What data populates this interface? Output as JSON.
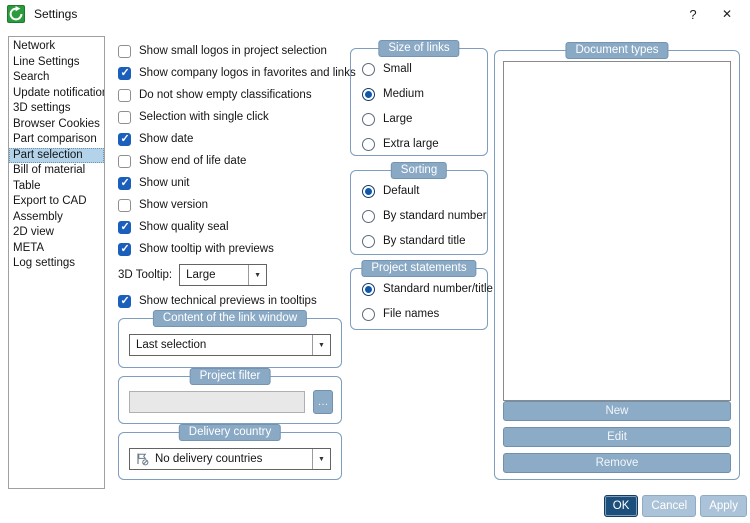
{
  "window": {
    "title": "Settings",
    "help": "?",
    "close": "✕"
  },
  "colors": {
    "accent": "#1d4f7c",
    "group_border": "#7d9ebc",
    "badge": "#8aa9c5",
    "check_blue": "#1b5fbd",
    "selection": "#b3d3ea",
    "icon_green": "#2c9b3d"
  },
  "sidebar": {
    "items": [
      {
        "label": "Network"
      },
      {
        "label": "Line Settings"
      },
      {
        "label": "Search"
      },
      {
        "label": "Update notification"
      },
      {
        "label": "3D settings"
      },
      {
        "label": "Browser Cookies"
      },
      {
        "label": "Part comparison"
      },
      {
        "label": "Part selection",
        "selected": true
      },
      {
        "label": "Bill of material"
      },
      {
        "label": "Table"
      },
      {
        "label": "Export to CAD"
      },
      {
        "label": "Assembly"
      },
      {
        "label": "2D view"
      },
      {
        "label": "META"
      },
      {
        "label": "Log settings"
      }
    ]
  },
  "panel": {
    "checkboxes_top": [
      {
        "label": "Show small logos in project selection",
        "checked": false
      },
      {
        "label": "Show company logos in favorites and links",
        "checked": true
      },
      {
        "label": "Do not show empty classifications",
        "checked": false
      },
      {
        "label": "Selection with single click",
        "checked": false
      },
      {
        "label": "Show date",
        "checked": true
      },
      {
        "label": "Show end of life date",
        "checked": false
      },
      {
        "label": "Show unit",
        "checked": true
      },
      {
        "label": "Show version",
        "checked": false
      },
      {
        "label": "Show quality seal",
        "checked": true
      },
      {
        "label": "Show tooltip with previews",
        "checked": true
      }
    ],
    "tooltip3d": {
      "label": "3D Tooltip:",
      "value": "Large"
    },
    "checkboxes_tail": [
      {
        "label": "Show technical previews in tooltips",
        "checked": true
      }
    ],
    "link_window": {
      "title": "Content of the link window",
      "value": "Last selection"
    },
    "project_filter": {
      "title": "Project filter",
      "value": "",
      "browse": "…"
    },
    "delivery": {
      "title": "Delivery country",
      "value": "No delivery countries"
    },
    "size_of_links": {
      "title": "Size of links",
      "options": [
        {
          "label": "Small",
          "selected": false
        },
        {
          "label": "Medium",
          "selected": true
        },
        {
          "label": "Large",
          "selected": false
        },
        {
          "label": "Extra large",
          "selected": false
        }
      ]
    },
    "sorting": {
      "title": "Sorting",
      "options": [
        {
          "label": "Default",
          "selected": true
        },
        {
          "label": "By standard number",
          "selected": false
        },
        {
          "label": "By standard title",
          "selected": false
        }
      ]
    },
    "project_statements": {
      "title": "Project statements",
      "options": [
        {
          "label": "Standard number/title",
          "selected": true
        },
        {
          "label": "File names",
          "selected": false
        }
      ]
    },
    "document_types": {
      "title": "Document types",
      "buttons": {
        "new": "New",
        "edit": "Edit",
        "remove": "Remove"
      }
    }
  },
  "icons": {
    "dropdown": "▼"
  },
  "footer": {
    "ok": "OK",
    "cancel": "Cancel",
    "apply": "Apply"
  }
}
